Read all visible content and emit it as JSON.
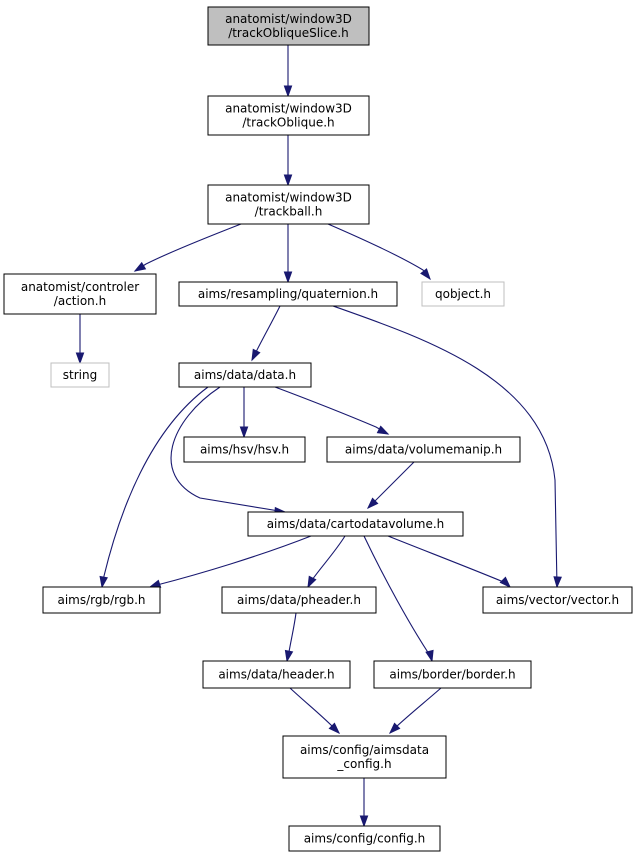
{
  "colors": {
    "edge": "#191970",
    "focus_fill": "#bfbfbf",
    "node_border": "#000000",
    "external_border": "#bfbfbf",
    "text": "#000000"
  },
  "nodes": [
    {
      "id": "trackObliqueSlice",
      "lines": [
        "anatomist/window3D",
        "/trackObliqueSlice.h"
      ],
      "style": "focus"
    },
    {
      "id": "trackOblique",
      "lines": [
        "anatomist/window3D",
        "/trackOblique.h"
      ],
      "style": "normal"
    },
    {
      "id": "trackball",
      "lines": [
        "anatomist/window3D",
        "/trackball.h"
      ],
      "style": "normal"
    },
    {
      "id": "action",
      "lines": [
        "anatomist/controler",
        "/action.h"
      ],
      "style": "normal"
    },
    {
      "id": "quaternion",
      "lines": [
        "aims/resampling/quaternion.h"
      ],
      "style": "normal"
    },
    {
      "id": "qobject",
      "lines": [
        "qobject.h"
      ],
      "style": "external"
    },
    {
      "id": "string",
      "lines": [
        "string"
      ],
      "style": "external"
    },
    {
      "id": "data",
      "lines": [
        "aims/data/data.h"
      ],
      "style": "normal"
    },
    {
      "id": "hsv",
      "lines": [
        "aims/hsv/hsv.h"
      ],
      "style": "normal"
    },
    {
      "id": "volumemanip",
      "lines": [
        "aims/data/volumemanip.h"
      ],
      "style": "normal"
    },
    {
      "id": "cartodatavolume",
      "lines": [
        "aims/data/cartodatavolume.h"
      ],
      "style": "normal"
    },
    {
      "id": "rgb",
      "lines": [
        "aims/rgb/rgb.h"
      ],
      "style": "normal"
    },
    {
      "id": "pheader",
      "lines": [
        "aims/data/pheader.h"
      ],
      "style": "normal"
    },
    {
      "id": "vector",
      "lines": [
        "aims/vector/vector.h"
      ],
      "style": "normal"
    },
    {
      "id": "header",
      "lines": [
        "aims/data/header.h"
      ],
      "style": "normal"
    },
    {
      "id": "border",
      "lines": [
        "aims/border/border.h"
      ],
      "style": "normal"
    },
    {
      "id": "aimsdata_config",
      "lines": [
        "aims/config/aimsdata",
        "_config.h"
      ],
      "style": "normal"
    },
    {
      "id": "config",
      "lines": [
        "aims/config/config.h"
      ],
      "style": "normal"
    }
  ],
  "edges": [
    {
      "from": "trackObliqueSlice",
      "to": "trackOblique"
    },
    {
      "from": "trackOblique",
      "to": "trackball"
    },
    {
      "from": "trackball",
      "to": "action"
    },
    {
      "from": "trackball",
      "to": "quaternion"
    },
    {
      "from": "trackball",
      "to": "qobject"
    },
    {
      "from": "action",
      "to": "string"
    },
    {
      "from": "quaternion",
      "to": "data"
    },
    {
      "from": "quaternion",
      "to": "vector"
    },
    {
      "from": "data",
      "to": "hsv"
    },
    {
      "from": "data",
      "to": "volumemanip"
    },
    {
      "from": "data",
      "to": "cartodatavolume"
    },
    {
      "from": "data",
      "to": "rgb"
    },
    {
      "from": "volumemanip",
      "to": "cartodatavolume"
    },
    {
      "from": "cartodatavolume",
      "to": "rgb"
    },
    {
      "from": "cartodatavolume",
      "to": "pheader"
    },
    {
      "from": "cartodatavolume",
      "to": "vector"
    },
    {
      "from": "cartodatavolume",
      "to": "border"
    },
    {
      "from": "pheader",
      "to": "header"
    },
    {
      "from": "header",
      "to": "aimsdata_config"
    },
    {
      "from": "border",
      "to": "aimsdata_config"
    },
    {
      "from": "aimsdata_config",
      "to": "config"
    }
  ]
}
